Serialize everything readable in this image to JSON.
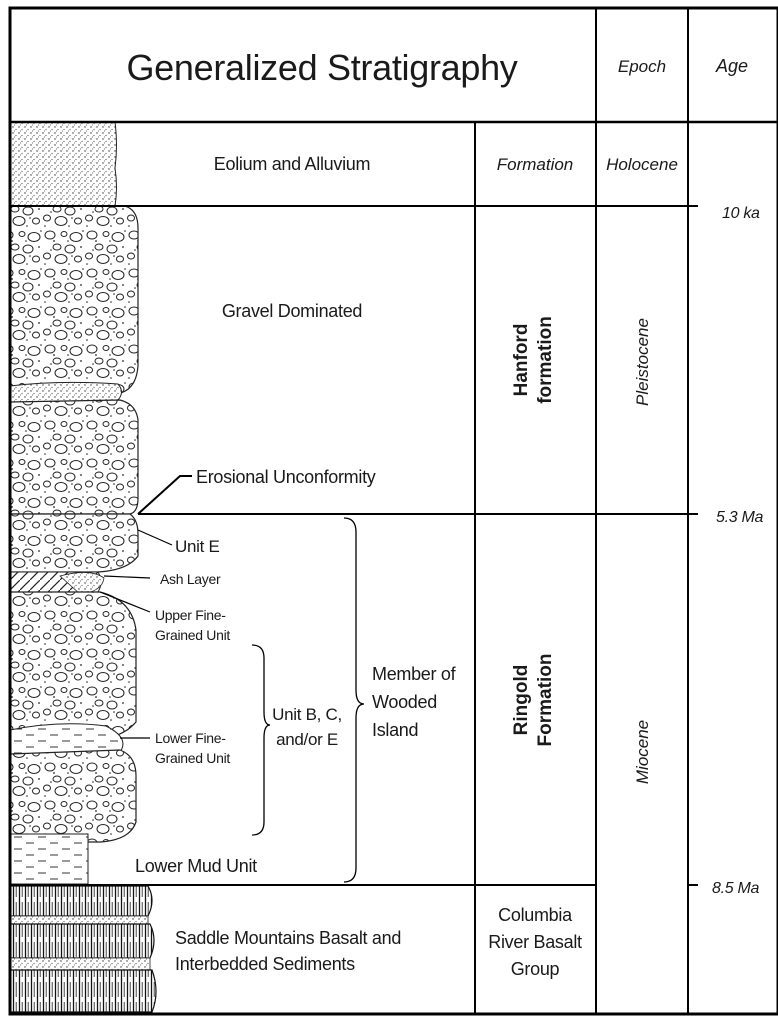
{
  "header": {
    "title": "Generalized Stratigraphy",
    "epoch_label": "Epoch",
    "age_label": "Age"
  },
  "rows": {
    "eolium": {
      "unit": "Eolium and Alluvium",
      "formation": "Formation",
      "epoch": "Holocene"
    },
    "hanford": {
      "unit": "Gravel Dominated",
      "formation_line1": "Hanford",
      "formation_line2": "formation",
      "epoch": "Pleistocene",
      "annotation": "Erosional Unconformity"
    },
    "ringold": {
      "formation_line1": "Ringold",
      "formation_line2": "Formation",
      "epoch": "Miocene",
      "unit_e": "Unit E",
      "ash_layer": "Ash Layer",
      "upper_fine_line1": "Upper Fine-",
      "upper_fine_line2": "Grained Unit",
      "lower_fine_line1": "Lower Fine-",
      "lower_fine_line2": "Grained Unit",
      "unit_bce_line1": "Unit B, C,",
      "unit_bce_line2": "and/or E",
      "member_line1": "Member of",
      "member_line2": "Wooded",
      "member_line3": "Island",
      "lower_mud": "Lower Mud Unit"
    },
    "basalt": {
      "unit_line1": "Saddle Mountains Basalt and",
      "unit_line2": "Interbedded Sediments",
      "group_line1": "Columbia",
      "group_line2": "River Basalt",
      "group_line3": "Group"
    }
  },
  "ages": [
    "10 ka",
    "5.3 Ma",
    "8.5 Ma"
  ]
}
